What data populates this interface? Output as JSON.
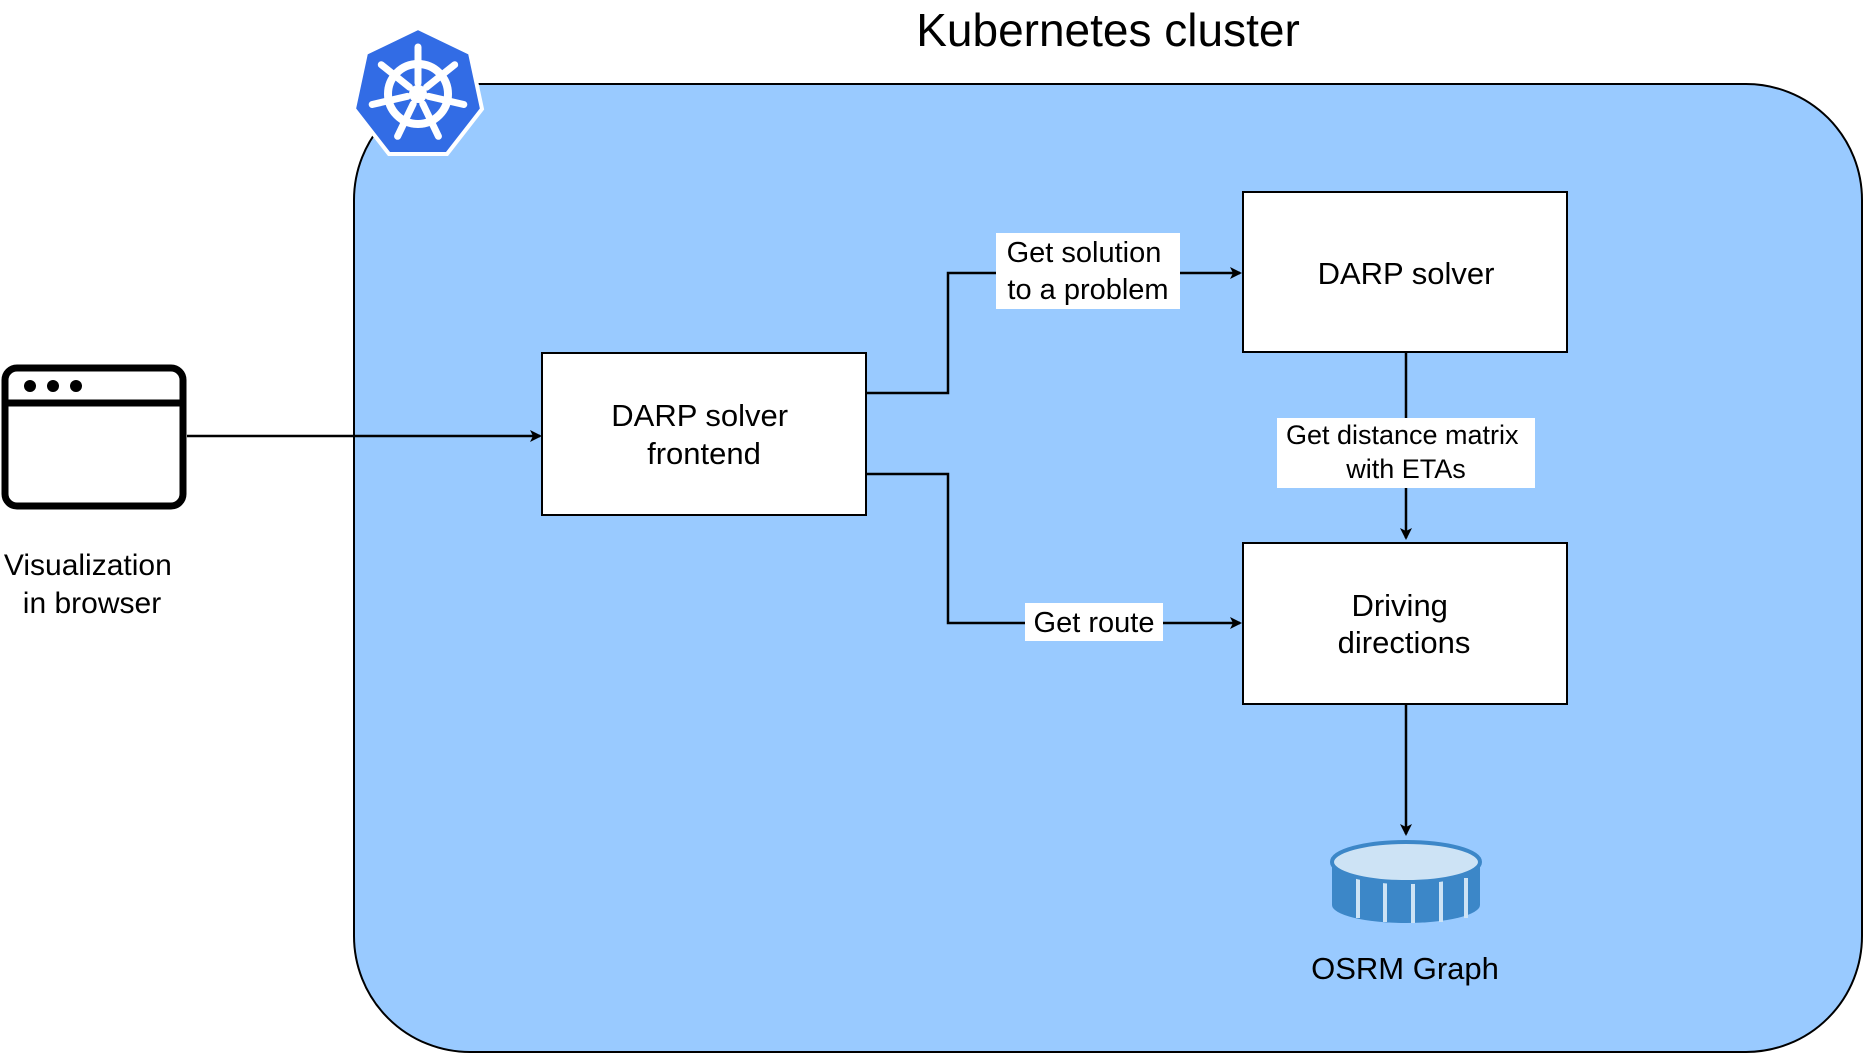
{
  "title": "Kubernetes cluster",
  "colors": {
    "cluster_fill": "#99caff",
    "k8s_blue": "#326ce5",
    "db_blue": "#3c87c8",
    "db_top": "#cde3f5",
    "box_fill": "#ffffff",
    "stroke": "#000000"
  },
  "icons": {
    "kubernetes": "kubernetes-logo-icon",
    "browser": "browser-window-icon",
    "database": "database-cylinder-icon"
  },
  "browser": {
    "label_lines": [
      "Visualization",
      "in browser"
    ]
  },
  "nodes": {
    "frontend": {
      "lines": [
        "DARP solver",
        "frontend"
      ]
    },
    "solver": {
      "lines": [
        "DARP solver"
      ]
    },
    "driving": {
      "lines": [
        "Driving",
        "directions"
      ]
    },
    "osrm": {
      "label": "OSRM Graph"
    }
  },
  "edges": {
    "browser_to_frontend": {
      "label_lines": []
    },
    "frontend_to_solver": {
      "label_lines": [
        "Get solution",
        "to a problem"
      ]
    },
    "frontend_to_driving": {
      "label_lines": [
        "Get route"
      ]
    },
    "solver_to_driving": {
      "label_lines": [
        "Get distance matrix",
        "with ETAs"
      ]
    },
    "driving_to_osrm": {
      "label_lines": []
    }
  }
}
